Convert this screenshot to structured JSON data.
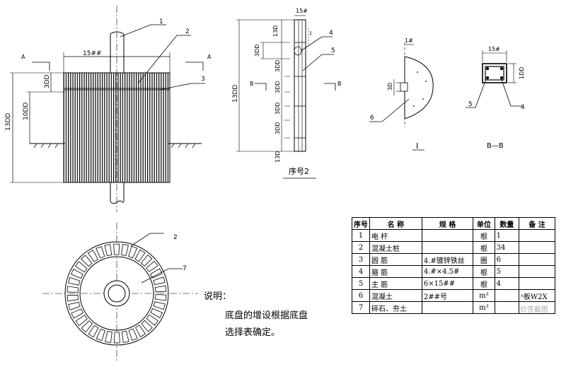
{
  "elevation": {
    "width_label": "15##",
    "height_label": "13DD",
    "embed_label": "10DD",
    "top_label": "3DD",
    "section_marks": [
      "A",
      "A"
    ],
    "callouts": [
      "1",
      "2",
      "3"
    ]
  },
  "detail2": {
    "caption": "序号2",
    "width_label": "15#",
    "dims": [
      "13D",
      "3DD",
      "3DD",
      "3DD",
      "3DD",
      "3DD",
      "13D",
      "13DD"
    ],
    "marks": [
      "I",
      "B",
      "B"
    ],
    "callouts": [
      "4",
      "5"
    ]
  },
  "detail_i": {
    "caption": "I",
    "top_label": "1#",
    "side_label": "3D",
    "callouts": [
      "6"
    ]
  },
  "section_bb": {
    "caption": "B—B",
    "width_label": "15#",
    "height_label": "1DD",
    "callouts": [
      "5",
      "4"
    ]
  },
  "plan": {
    "callouts": [
      "2",
      "7"
    ]
  },
  "note": {
    "title": "说明：",
    "line1": "底盘的增设根据底盘",
    "line2": "选择表确定。"
  },
  "table": {
    "headers": [
      "序号",
      "名 称",
      "规 格",
      "单位",
      "数量",
      "备 注"
    ],
    "rows": [
      [
        "1",
        "电 杆",
        "",
        "根",
        "1",
        ""
      ],
      [
        "2",
        "混凝土桩",
        "",
        "根",
        "34",
        ""
      ],
      [
        "3",
        "圆 筋",
        "4.#镀锌铁丝",
        "圈",
        "6",
        ""
      ],
      [
        "4",
        "箍 筋",
        "4.#×4.5#",
        "根",
        "5",
        ""
      ],
      [
        "5",
        "主 筋",
        "6×15##",
        "根",
        "4",
        ""
      ],
      [
        "6",
        "混凝土",
        "2##号",
        "m³",
        "",
        "ᵃ板W2X"
      ],
      [
        "7",
        "碎石、夯土",
        "",
        "m³",
        "",
        ""
      ]
    ]
  },
  "watermark": "价签截图"
}
